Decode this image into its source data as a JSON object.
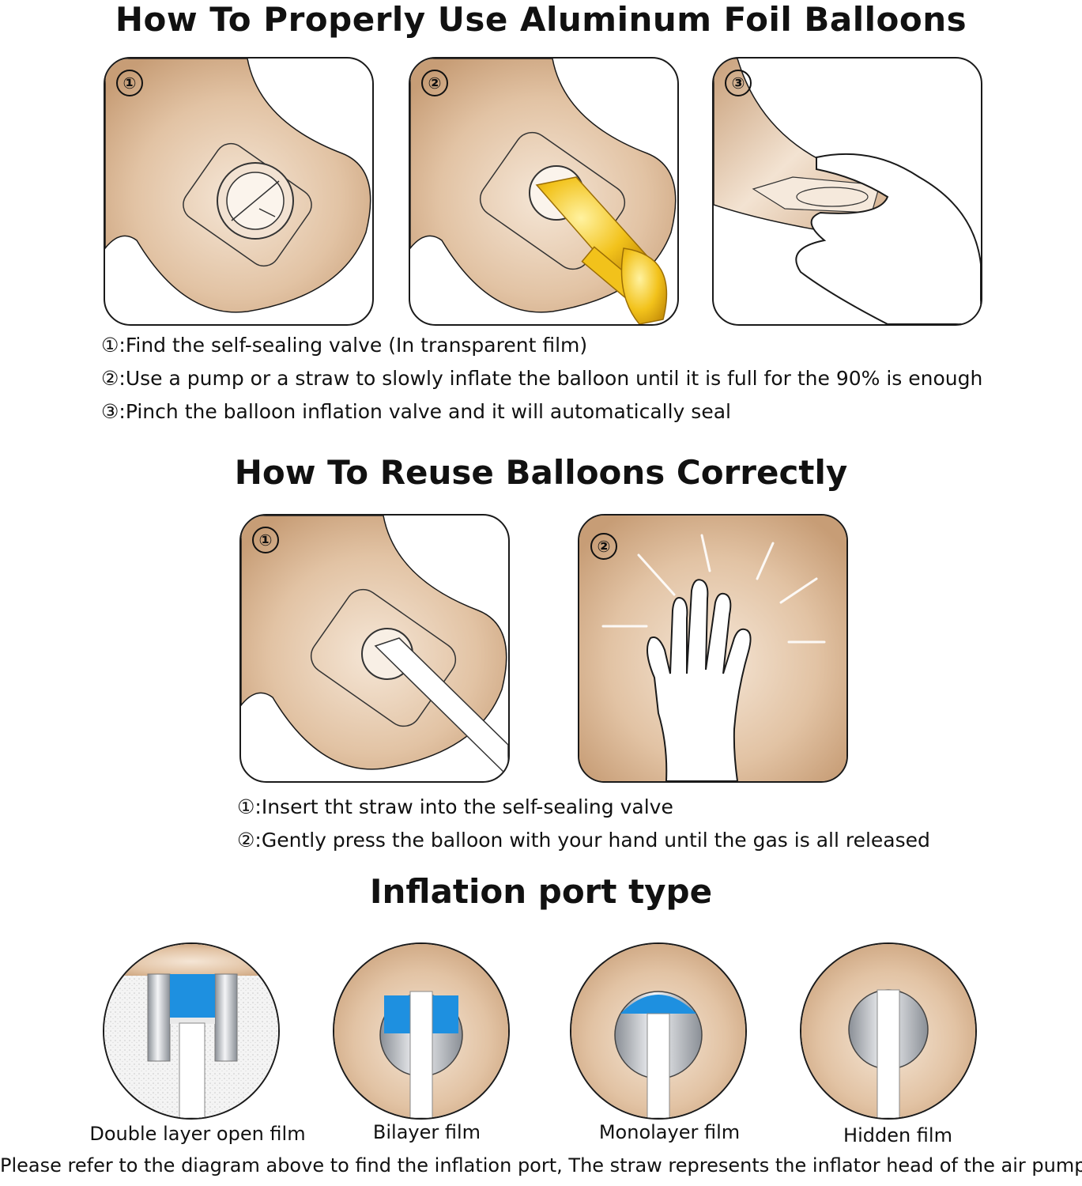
{
  "section1": {
    "title": "How To Properly Use Aluminum Foil Balloons",
    "panel_numbers": [
      "①",
      "②",
      "③"
    ],
    "steps": [
      "①:Find the self-sealing valve (In transparent film)",
      "②:Use a pump or a straw to slowly inflate the balloon until it is full for the 90% is enough",
      "③:Pinch the balloon inflation valve and it will automatically seal"
    ]
  },
  "section2": {
    "title": "How To Reuse Balloons Correctly",
    "panel_numbers": [
      "①",
      "②"
    ],
    "steps": [
      "①:Insert tht straw into the self-sealing valve",
      "②:Gently press the balloon with your hand until the gas is all released"
    ]
  },
  "section3": {
    "title": "Inflation port type",
    "types": [
      "Double layer open film",
      "Bilayer film",
      "Monolayer film",
      "Hidden film"
    ],
    "footer": "Please refer to the diagram above to find the inflation port, The straw represents the inflator head of the air pump"
  },
  "colors": {
    "balloon_light": "#f3e1cf",
    "balloon_dark": "#c9a07b",
    "film_blue": "#1e90e0",
    "pump_yellow": "#f2c21b",
    "outline": "#1a1a1a"
  }
}
